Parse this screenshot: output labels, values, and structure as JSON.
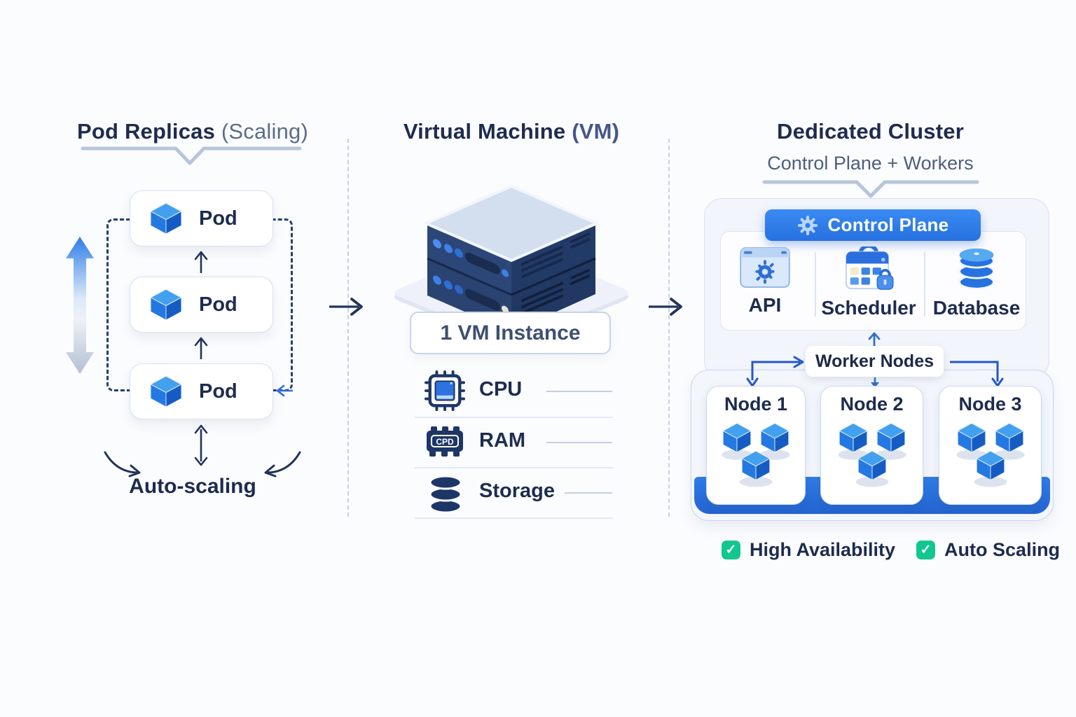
{
  "sections": {
    "pods": {
      "title": "Pod Replicas",
      "title_suffix": "(Scaling)",
      "pod_labels": [
        "Pod",
        "Pod",
        "Pod"
      ],
      "caption": "Auto-scaling"
    },
    "vm": {
      "title": "Virtual Machine",
      "title_suffix": "(VM)",
      "instance_label": "1 VM Instance",
      "specs": [
        {
          "label": "CPU"
        },
        {
          "label": "RAM",
          "chip_text": "CPD"
        },
        {
          "label": "Storage"
        }
      ]
    },
    "cluster": {
      "title": "Dedicated Cluster",
      "subtitle": "Control Plane + Workers",
      "control_plane_label": "Control Plane",
      "components": [
        {
          "label": "API"
        },
        {
          "label": "Scheduler"
        },
        {
          "label": "Database"
        }
      ],
      "worker_nodes_label": "Worker Nodes",
      "nodes": [
        {
          "label": "Node 1"
        },
        {
          "label": "Node 2"
        },
        {
          "label": "Node 3"
        }
      ],
      "badges": [
        {
          "label": "High Availability",
          "check_glyph": "✓"
        },
        {
          "label": "Auto Scaling",
          "check_glyph": "✓"
        }
      ]
    }
  },
  "colors": {
    "accent_blue": "#2e7ce9",
    "navy_text": "#1f2c50",
    "slate_text": "#5c6c8a",
    "green_check": "#12c78f",
    "cube_top": "#43a0ef",
    "cube_left": "#2478e2",
    "cube_right": "#155cc2",
    "arrow_navy": "#22345a",
    "arrow_blue": "#2458c8"
  }
}
